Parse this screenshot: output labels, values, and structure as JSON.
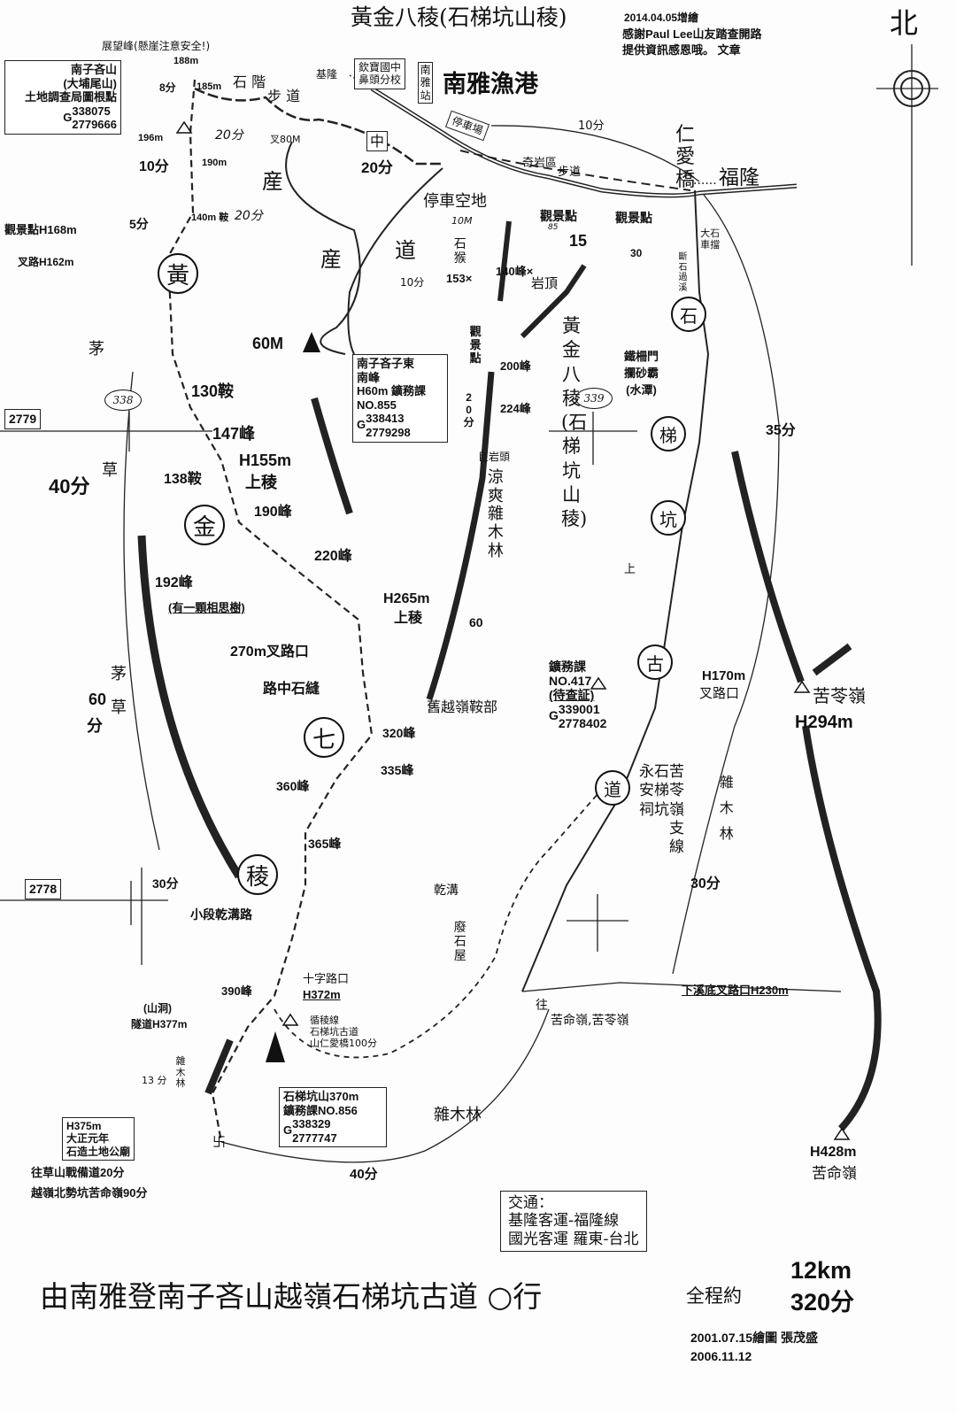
{
  "title": "黃金八稜(石梯坑山稜)",
  "updated": "2014.04.05增繪",
  "thanks": [
    "感謝Paul Lee山友踏查開路",
    "提供資訊感恩哦。 文章"
  ],
  "north": "北",
  "main_title": "由南雅登南子吝山越嶺石梯坑古道 ○行",
  "total_label": "全程約",
  "total_distance": "12km",
  "total_time": "320分",
  "credits": [
    "2001.07.15繪圖 張茂盛",
    "2006.11.12"
  ],
  "transport": {
    "title": "交通：",
    "lines": [
      "基隆客運-福隆線",
      "國光客運 羅東-台北"
    ]
  },
  "grid_labels": {
    "n2779": "2779",
    "n2778": "2778",
    "e338": "338",
    "e339": "339"
  },
  "ridge_circles": [
    "黃",
    "金",
    "七",
    "稜"
  ],
  "trail_circles": [
    "石",
    "梯",
    "坑",
    "古",
    "道"
  ],
  "boxes": {
    "nanziling": [
      "南子吝山",
      "(大埔尾山)",
      "土地調查局圖根點",
      "338075",
      "G",
      "2779666"
    ],
    "school": [
      "欽寶國中",
      "鼻頭分校"
    ],
    "station": "南雅站",
    "school_flag": "中",
    "se_peak": [
      "南子吝子東",
      "南峰",
      "H60m 鑛務課",
      "NO.855",
      "338413",
      "G",
      "2779298"
    ],
    "shitikeng": [
      "石梯坑山370m",
      "鑛務課NO.856",
      "338329",
      "G",
      "2777747"
    ],
    "temple": [
      "H375m",
      "大正元年",
      "石造土地公廟"
    ],
    "parking": "停車場"
  },
  "labels": {
    "viewpoint_peak": "展望峰(懸崖注意安全!)",
    "h188": "188m",
    "min8": "8分",
    "h185": "185m",
    "stone_steps": "石 階",
    "trail": "步 道",
    "h196": "196m",
    "min20a": "20分",
    "fork80": "叉80M",
    "h190": "190m",
    "min10a": "10分",
    "keelung": "基隆",
    "nanya_port": "南雅漁港",
    "min20b": "20分",
    "min10b": "10分",
    "qiyan": "奇岩區",
    "trail2": "步道",
    "renai_bridge": "仁愛橋",
    "fulong": "福隆",
    "dots": "......",
    "parking_lot": "停車空地",
    "m10": "10M",
    "stone_monkey": "石猴",
    "p153": "153×",
    "viewpoint1": "觀景點",
    "viewpoint2": "觀景點",
    "m85": "85",
    "n15": "15",
    "n30": "30",
    "p140": "140峰×",
    "rock_top": "岩頂",
    "roadblock": "大石車擋",
    "cross_stream": "斷石過溪",
    "viewpoint168": "觀景點H168m",
    "fork162": "叉路H162m",
    "min5": "5分",
    "saddle140": "140m 鞍",
    "industry_road": [
      "産",
      "産",
      "道"
    ],
    "min20c": "20分",
    "min10c": "10分",
    "m60": "60M",
    "viewpoint_v": "觀景點",
    "min20d": "20分",
    "p200": "200峰",
    "p224": "224峰",
    "giant_rock": "巨岩頭",
    "ridge_name": "黃金八稜(石梯坑山稜)",
    "grass1": "茅",
    "grass2": "草",
    "min40": "40分",
    "s130": "130鞍",
    "p147": "147峰",
    "h155": "H155m",
    "up1": "上稜",
    "s138": "138鞍",
    "p190": "190峰",
    "p220": "220峰",
    "p192": "192峰",
    "acacia": "(有一顆相思樹)",
    "h265": "H265m",
    "up2": "上稜",
    "fork270": "270m叉路口",
    "rock_crack": "路中石縫",
    "old_saddle": "舊越嶺鞍部",
    "p320": "320峰",
    "p335": "335峰",
    "p360": "360峰",
    "p365": "365峰",
    "cool_forest": "涼爽雜木林",
    "n60": "60",
    "up3": "上",
    "no417": [
      "鑛務課",
      "NO.417",
      "(待查証)",
      "339001",
      "G",
      "2778402"
    ],
    "h170": "H170m",
    "fork170": "叉路口",
    "kulingling": "苦苓嶺",
    "h294": "H294m",
    "min35": "35分",
    "mixed_forest1": "雜木林",
    "min30a": "30分",
    "branch": [
      "永石苦",
      "安梯苓",
      "祠坑嶺",
      "　　支",
      "　　線"
    ],
    "gate": [
      "鐵柵門",
      "攔砂霸",
      "(水潭)"
    ],
    "min30b": "30分",
    "grass3": "茅",
    "grass4": "草",
    "min60": "60",
    "min60u": "分",
    "dry_ditch_road": "小段乾溝路",
    "dry_ditch": "乾溝",
    "ruin": "廢石屋",
    "crossroad": "十字路口",
    "h372": "H372m",
    "p390": "390峰",
    "along_ridge": [
      "循稜線",
      "石梯坑古道",
      "山仁愛橋100分"
    ],
    "cave": "(山洞)",
    "tunnel": "隧道H377m",
    "mixed_forest2": "雜木林",
    "min13": "13 分",
    "lower_fork": "下溪底叉路口H230m",
    "to_kuming": [
      "往",
      "苦命嶺,苦苓嶺"
    ],
    "mixed_forest3": "雜木林",
    "min40b": "40分",
    "swastika": "卐",
    "to_caoshan": "往草山戰備道20分",
    "to_beishikeng": "越嶺北勢坑苦命嶺90分",
    "h428": "H428m",
    "kuming": "苦命嶺"
  }
}
